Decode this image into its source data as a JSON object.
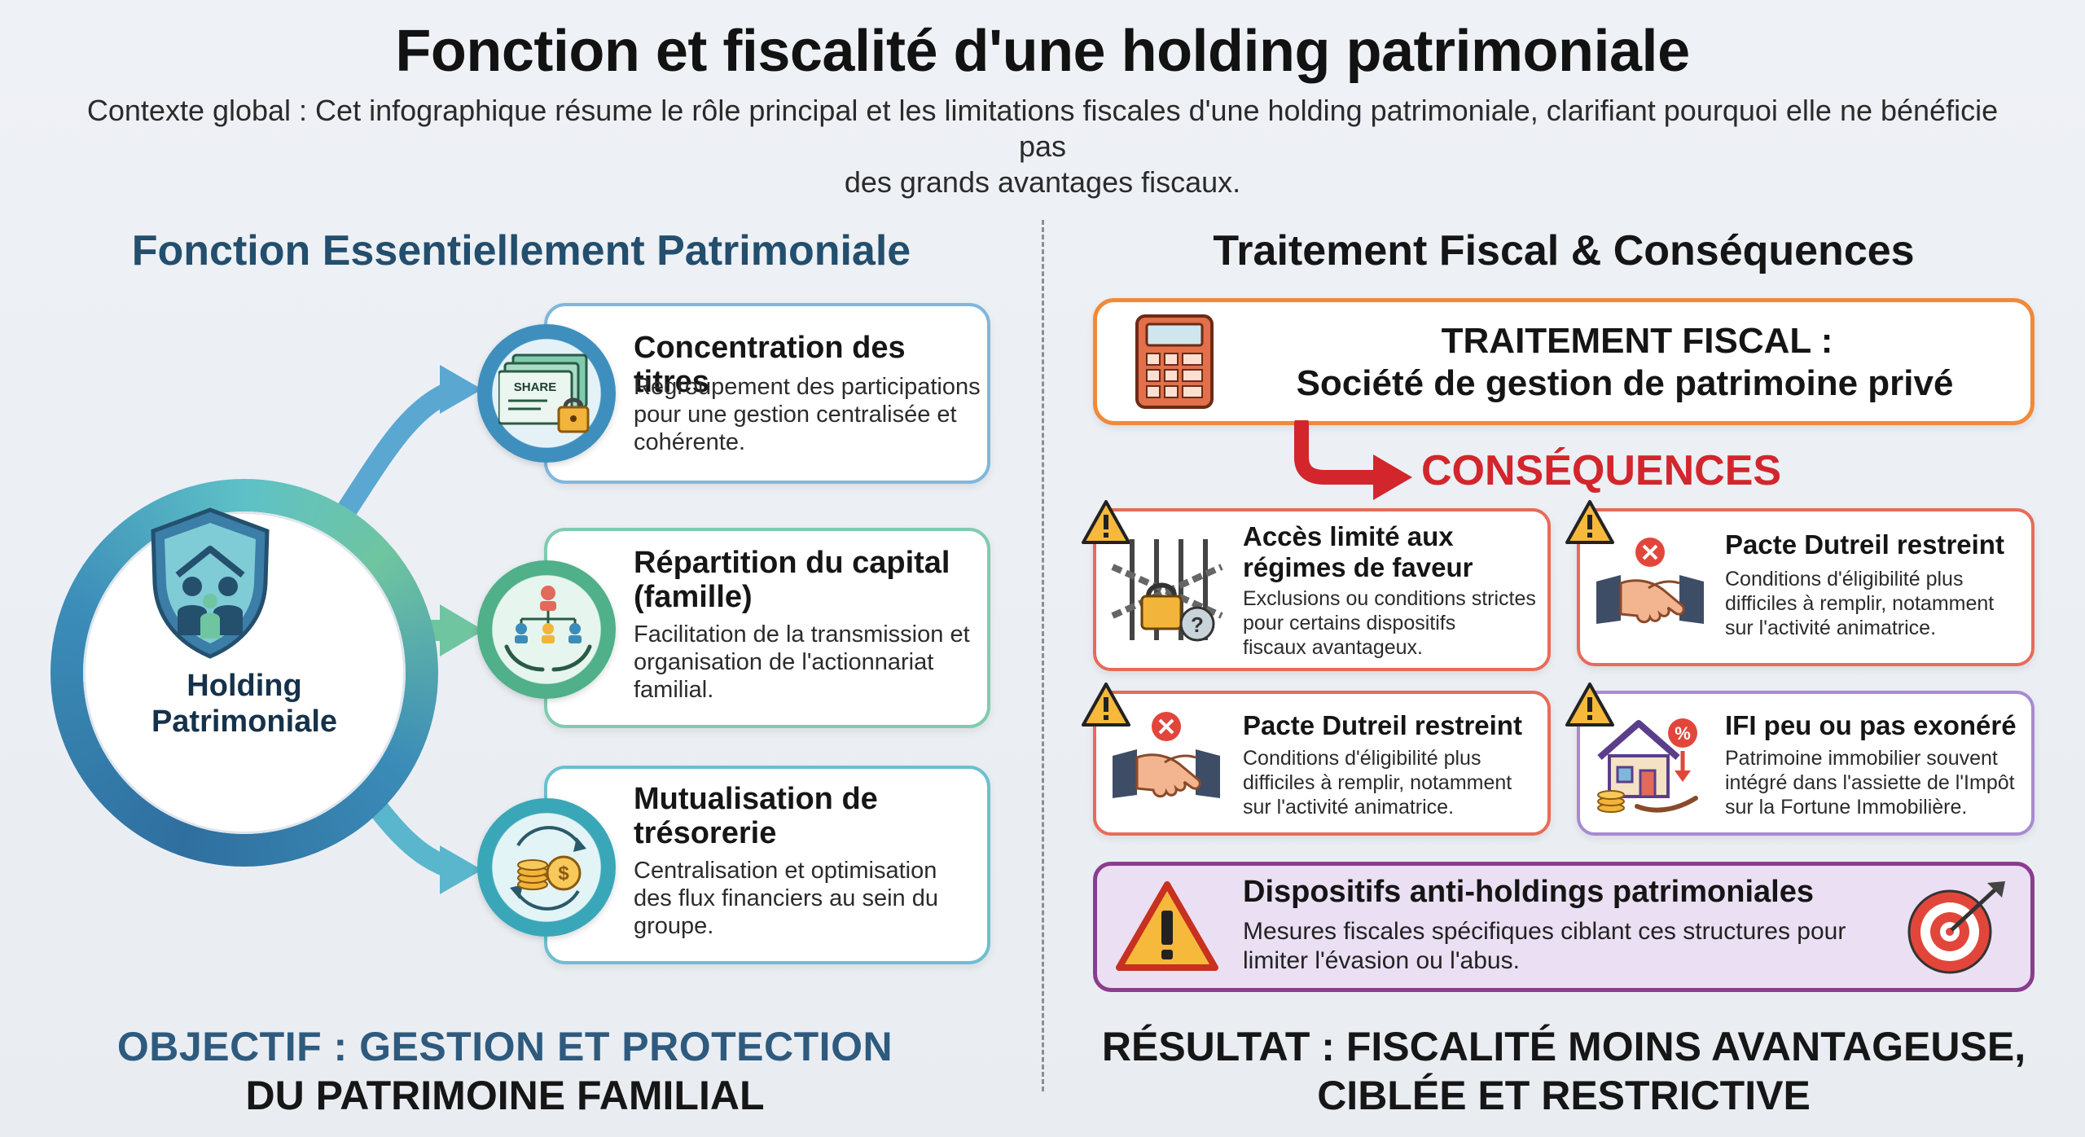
{
  "header": {
    "title": "Fonction et fiscalité d'une holding patrimoniale",
    "subtitle_line1": "Contexte global : Cet infographique résume le rôle principal et les limitations fiscales d'une holding patrimoniale, clarifiant pourquoi elle ne bénéficie pas",
    "subtitle_line2": "des grands avantages fiscaux."
  },
  "left": {
    "section_title": "Fonction Essentiellement Patrimoniale",
    "hub": {
      "line1": "Holding",
      "line2": "Patrimoniale",
      "icon": "shield-family-icon"
    },
    "cards": [
      {
        "title": "Concentration des titres",
        "desc": [
          "Regroupement des participations",
          "pour une gestion centralisée et",
          "cohérente."
        ],
        "icon": "share-certificate-lock-icon",
        "icon_text": "SHARE",
        "border_color": "#7fb7dc"
      },
      {
        "title_line1": "Répartition du capital",
        "title_line2": "(famille)",
        "desc": [
          "Facilitation de la transmission et",
          "organisation de l'actionnariat",
          "familial."
        ],
        "icon": "family-tree-hands-icon",
        "border_color": "#7fcbb0"
      },
      {
        "title_line1": "Mutualisation de",
        "title_line2": "trésorerie",
        "desc": [
          "Centralisation et optimisation",
          "des flux financiers au sein du",
          "groupe."
        ],
        "icon": "coins-cycle-icon",
        "border_color": "#6bbfd0"
      }
    ],
    "objective_line1": "OBJECTIF : GESTION ET PROTECTION",
    "objective_line2": "DU PATRIMOINE FAMILIAL"
  },
  "right": {
    "section_title": "Traitement Fiscal & Conséquences",
    "fiscal": {
      "line1": "TRAITEMENT FISCAL :",
      "line2": "Société de gestion de patrimoine privé",
      "icon": "calculator-icon",
      "border_color": "#f08a3a"
    },
    "consequences_label": "CONSÉQUENCES",
    "consequence_color": "#d3252c",
    "cards": [
      {
        "title_line1": "Accès limité aux",
        "title_line2": "régimes de faveur",
        "desc": [
          "Exclusions ou conditions strictes",
          "pour certains dispositifs",
          "fiscaux avantageux."
        ],
        "icon": "chained-bars-lock-icon"
      },
      {
        "title": "Pacte Dutreil restreint",
        "desc": [
          "Conditions d'éligibilité plus",
          "difficiles à remplir, notamment",
          "sur l'activité animatrice."
        ],
        "icon": "handshake-denied-icon"
      },
      {
        "title": "Pacte Dutreil restreint",
        "desc": [
          "Conditions d'éligibilité plus",
          "difficiles à remplir, notamment",
          "sur l'activité animatrice."
        ],
        "icon": "handshake-denied-icon"
      },
      {
        "title": "IFI peu ou pas exonéré",
        "desc": [
          "Patrimoine immobilier souvent",
          "intégré dans l'assiette de l'Impôt",
          "sur la Fortune Immobilière."
        ],
        "icon": "house-tax-icon"
      }
    ],
    "anti": {
      "title": "Dispositifs anti-holdings patrimoniales",
      "desc_line1": "Mesures fiscales spécifiques ciblant ces structures pour",
      "desc_line2": "limiter l'évasion ou l'abus.",
      "icon": "target-arrow-icon",
      "border_color": "#8a3d8f"
    },
    "result_line1": "RÉSULTAT : FISCALITÉ MOINS AVANTAGEUSE,",
    "result_line2": "CIBLÉE ET RESTRICTIVE"
  }
}
